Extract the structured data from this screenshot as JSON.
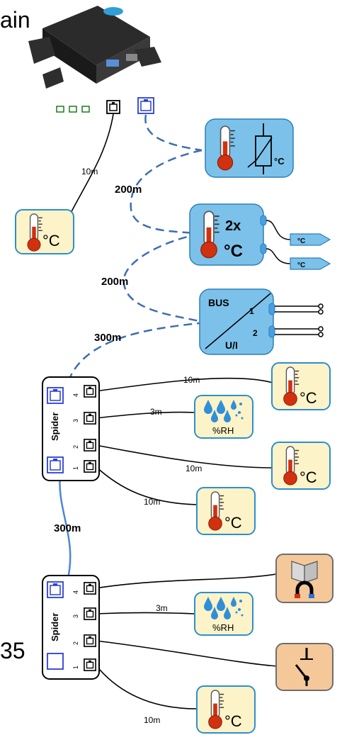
{
  "edge_text": {
    "top_left": "ain",
    "bottom_left": "35"
  },
  "cable_lengths": {
    "c1": "10m",
    "c2": "200m",
    "c3": "200m",
    "c4": "300m",
    "c5": "300m",
    "s1_port4": "10m",
    "s1_port3": "3m",
    "s1_port2": "10m",
    "s1_port1": "10m",
    "s2_port3": "3m",
    "s2_port1": "10m"
  },
  "temp_sensor": {
    "unit": "°C"
  },
  "humidity_sensor": {
    "unit": "%RH"
  },
  "thermistor_probe": {
    "unit": "°C"
  },
  "dual_probe": {
    "count": "2x",
    "unit": "°C",
    "probe_unit": "°C"
  },
  "bus_module": {
    "top": "BUS",
    "bottom": "U/I",
    "port1": "1",
    "port2": "2"
  },
  "spider": {
    "label": "Spider",
    "ports": [
      "4",
      "3",
      "2",
      "1"
    ]
  },
  "colors": {
    "bus_cable": "#3d6db3",
    "sensor_bg": "#fdf3c8",
    "module_bg": "#7cc1ea",
    "contact_bg": "#f5c89a",
    "thermo_red": "#d0310f"
  }
}
